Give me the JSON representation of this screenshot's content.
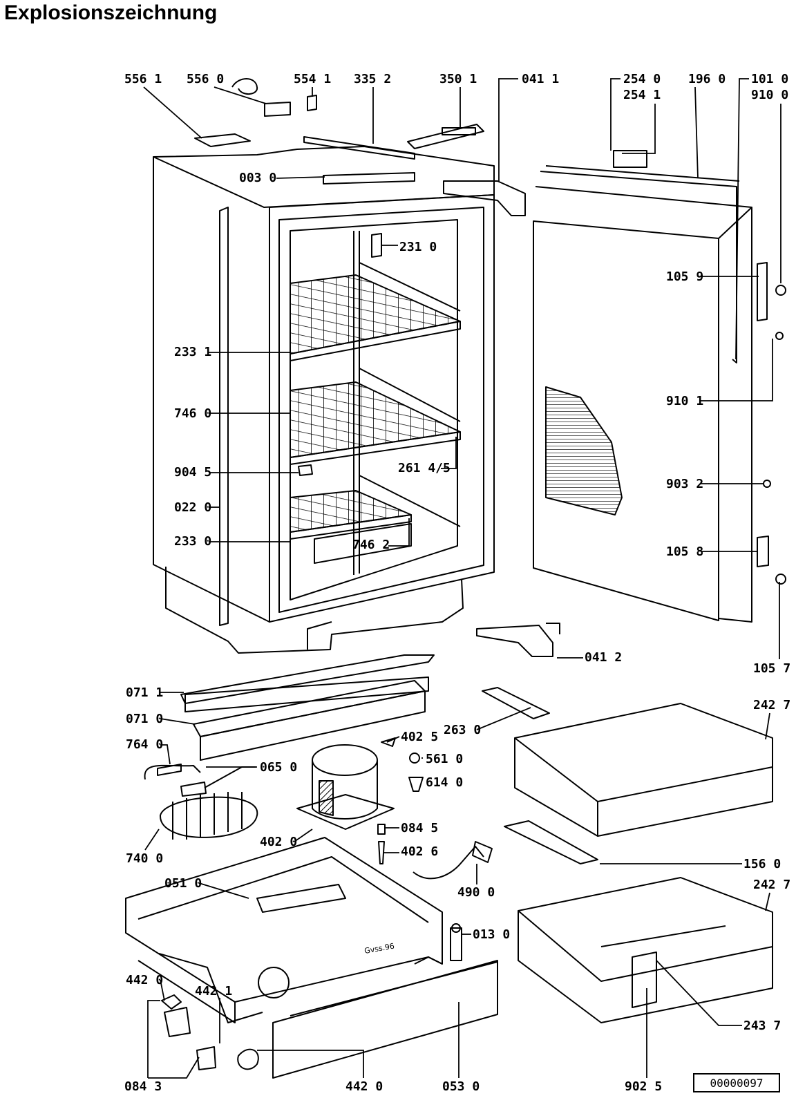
{
  "title": "Explosionszeichnung",
  "document_number": "00000097",
  "part_labels": [
    "556 1",
    "556 0",
    "554 1",
    "335 2",
    "350 1",
    "041 1",
    "254 0",
    "254 1",
    "196 0",
    "101 0",
    "910 0",
    "003 0",
    "231 0",
    "105 9",
    "233 1",
    "746 0",
    "910 1",
    "261 4/5",
    "904 5",
    "903 2",
    "022 0",
    "233 0",
    "746 2",
    "105 8",
    "041 2",
    "105 7",
    "071 1",
    "242 7",
    "263 0",
    "071 0",
    "402 5",
    "764 0",
    "561 0",
    "065 0",
    "614 0",
    "084 5",
    "402 0",
    "402 6",
    "740 0",
    "156 0",
    "051 0",
    "490 0",
    "242 7",
    "013 0",
    "442 0",
    "442 1",
    "243 7",
    "084 3",
    "442 0",
    "053 0",
    "902 5"
  ],
  "scribble_text": "Gvss.96"
}
